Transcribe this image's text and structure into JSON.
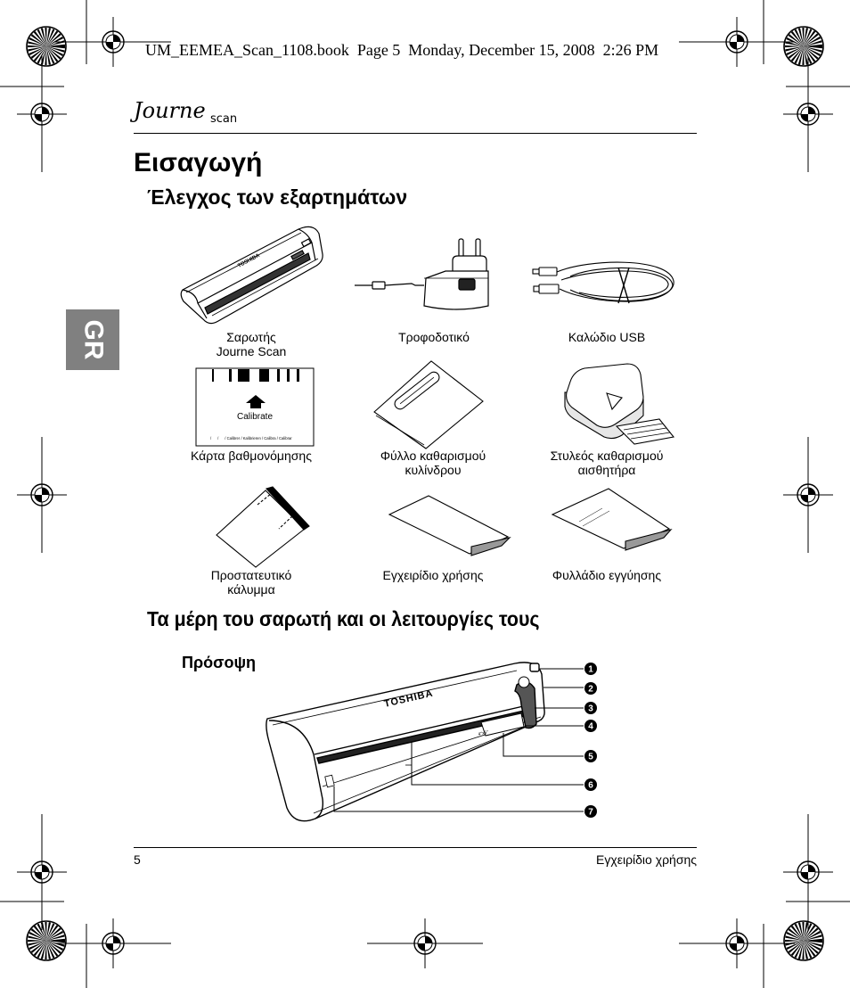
{
  "print_header": "UM_EEMEA_Scan_1108.book  Page 5  Monday, December 15, 2008  2:26 PM",
  "logo": {
    "journe": "Journe",
    "scan": "scan"
  },
  "language_tab": "GR",
  "title": "Εισαγωγή",
  "components": {
    "heading": "Έλεγχος των εξαρτημάτων",
    "items": [
      {
        "line1": "Σαρωτής",
        "line2": "Journe Scan",
        "icon": "scanner-icon"
      },
      {
        "line1": "Τροφοδοτικό",
        "icon": "power-adapter-icon"
      },
      {
        "line1": "Καλώδιο USB",
        "icon": "usb-cable-icon"
      },
      {
        "line1": "Κάρτα βαθμονόμησης",
        "icon": "calibration-card-icon"
      },
      {
        "line1": "Φύλλο καθαρισμού",
        "line2": "κυλίνδρου",
        "icon": "cleaning-sheet-icon"
      },
      {
        "line1": "Στυλεός καθαρισμού",
        "line2": "αισθητήρα",
        "icon": "cleaning-stylus-icon"
      },
      {
        "line1": "Προστατευτικό",
        "line2": "κάλυμμα",
        "icon": "protective-cover-icon"
      },
      {
        "line1": "Εγχειρίδιο χρήσης",
        "icon": "user-manual-icon"
      },
      {
        "line1": "Φυλλάδιο εγγύησης",
        "icon": "warranty-leaflet-icon"
      }
    ]
  },
  "illustration_text": {
    "brand": "TOSHIBA",
    "calibrate": "Calibrate",
    "calibration_fine_print": "/      /      / Calibrer / Kalibrieren / Calibra / Calibrar",
    "tray_size": "4\"x6\""
  },
  "parts": {
    "heading": "Τα μέρη του σαρωτή και οι λειτουργίες τους",
    "front_view": "Πρόσοψη",
    "callouts": [
      "1",
      "2",
      "3",
      "4",
      "5",
      "6",
      "7"
    ]
  },
  "footer": {
    "page_number": "5",
    "doc_title": "Εγχειρίδιο χρήσης"
  },
  "colors": {
    "text": "#000000",
    "tab": "#808080",
    "tab_text": "#ffffff",
    "shade": "#999999"
  }
}
